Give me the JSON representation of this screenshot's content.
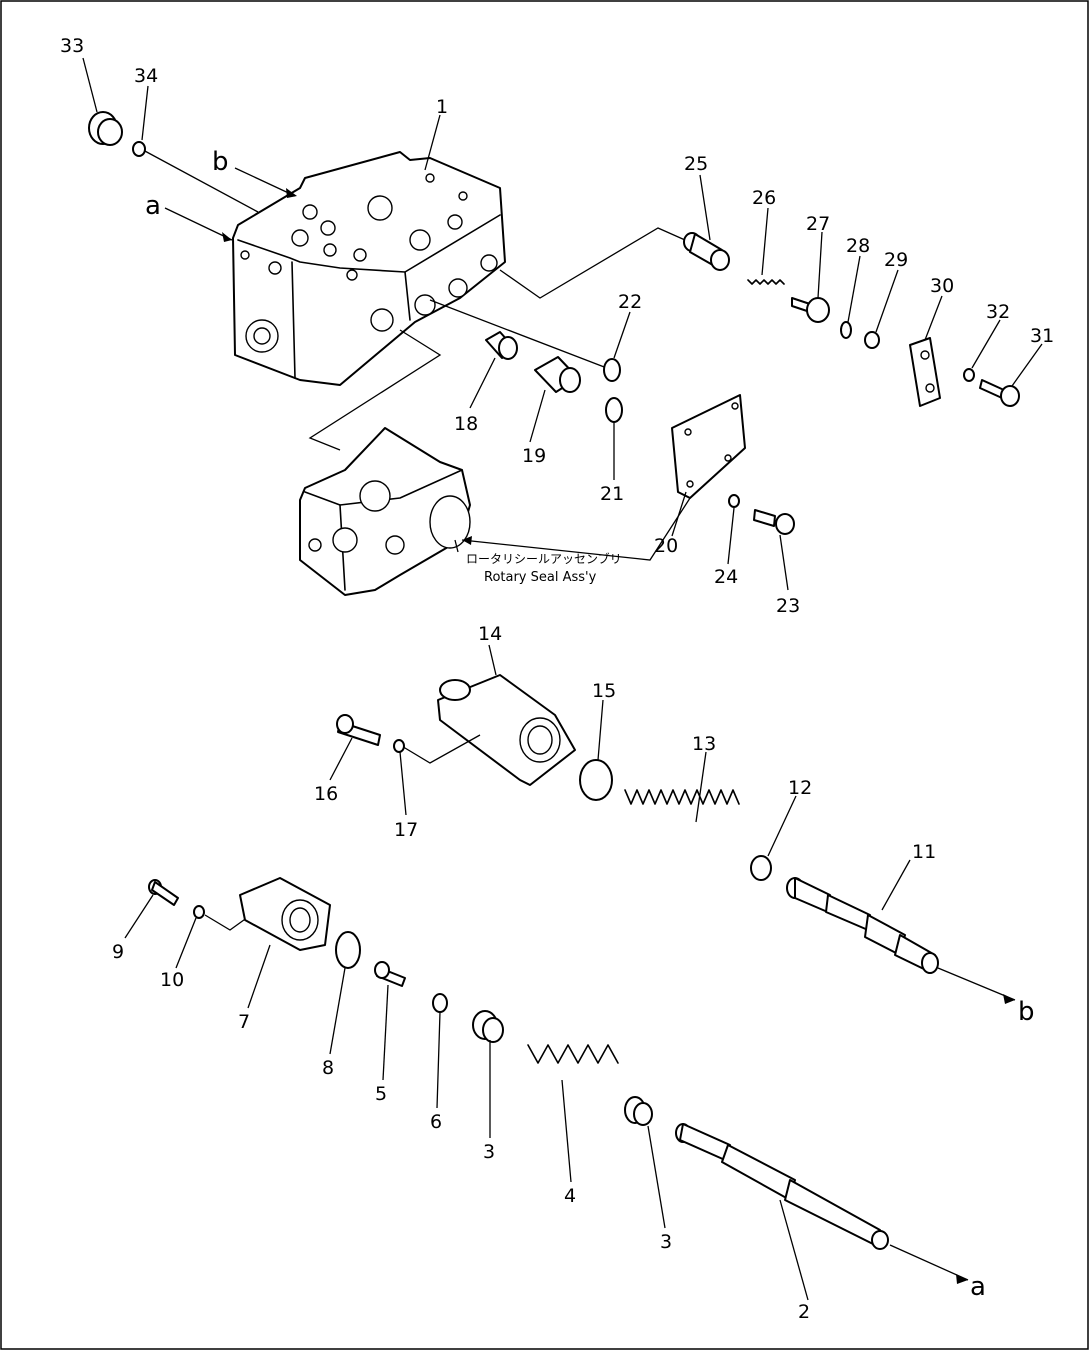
{
  "labels": {
    "p1": "1",
    "p2": "2",
    "p3a": "3",
    "p3b": "3",
    "p4": "4",
    "p5": "5",
    "p6": "6",
    "p7": "7",
    "p8": "8",
    "p9": "9",
    "p10": "10",
    "p11": "11",
    "p12": "12",
    "p13": "13",
    "p14": "14",
    "p15": "15",
    "p16": "16",
    "p17": "17",
    "p18": "18",
    "p19": "19",
    "p20": "20",
    "p21": "21",
    "p22": "22",
    "p23": "23",
    "p24": "24",
    "p25": "25",
    "p26": "26",
    "p27": "27",
    "p28": "28",
    "p29": "29",
    "p30": "30",
    "p31": "31",
    "p32": "32",
    "p33": "33",
    "p34": "34"
  },
  "refs": {
    "a_top": "a",
    "b_top": "b",
    "b_bottom": "b",
    "a_bottom": "a"
  },
  "callout": {
    "jp": "ロータリシールアッセンブリ",
    "en": "Rotary Seal Ass'y"
  }
}
